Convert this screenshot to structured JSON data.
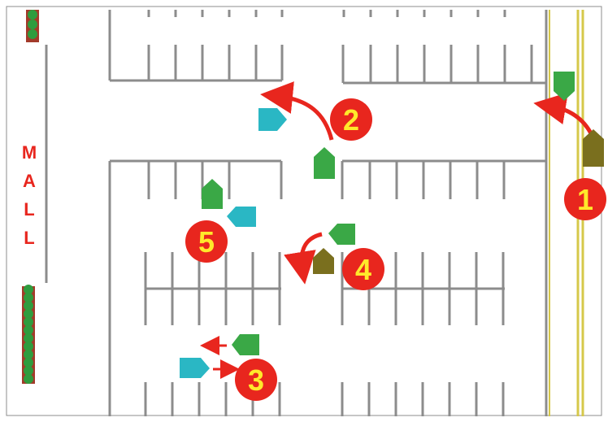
{
  "mall_label": [
    "M",
    "A",
    "L",
    "L"
  ],
  "markers": [
    {
      "number": "1",
      "scenario": "car-pulling-out-onto-road"
    },
    {
      "number": "2",
      "scenario": "car-turning-across-aisle"
    },
    {
      "number": "3",
      "scenario": "cars-backing-out-toward-each-other"
    },
    {
      "number": "4",
      "scenario": "car-turning-at-intersection"
    },
    {
      "number": "5",
      "scenario": "cars-at-parking-row-end"
    }
  ],
  "colors": {
    "green_car": "#3aa846",
    "cyan_car": "#2ab7c4",
    "olive_car": "#7a6f1e",
    "arrow": "#e8261e",
    "marker_fill": "#e8261e",
    "marker_text": "#ffe92b",
    "lines": "#8c8c8c",
    "road_line": "#d6c84a",
    "mall_text": "#e8261e",
    "hedge": "#2f9c3e"
  }
}
